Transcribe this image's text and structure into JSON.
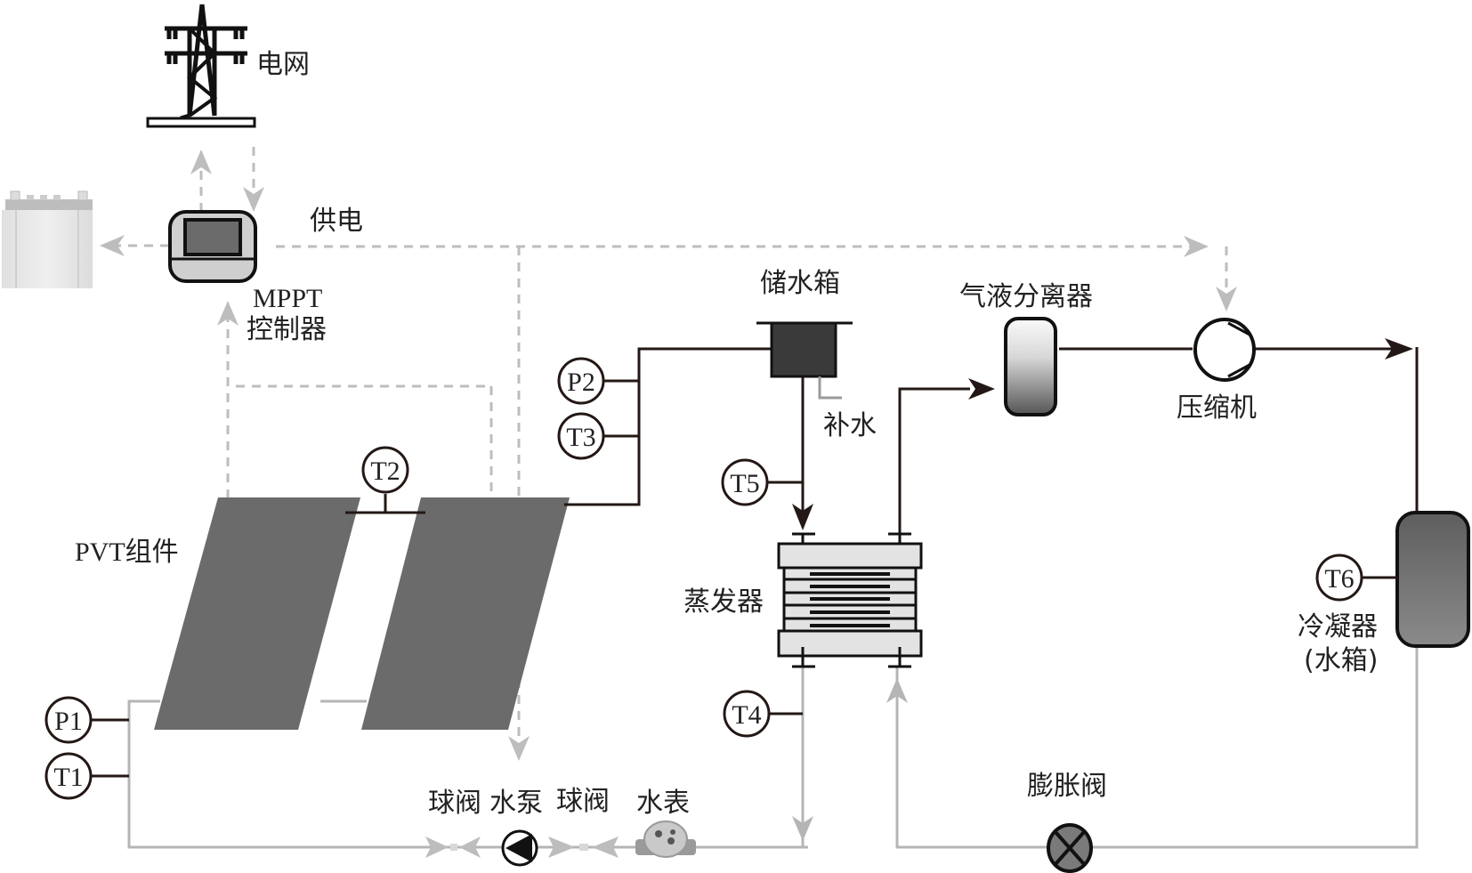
{
  "title": "PVT heat pump system schematic",
  "labels": {
    "grid": "电网",
    "power_supply": "供电",
    "mppt_line1": "MPPT",
    "mppt_line2": "控制器",
    "storage_tank": "储水箱",
    "makeup_water": "补水",
    "gas_liquid_separator": "气液分离器",
    "compressor": "压缩机",
    "pvt_module": "PVT组件",
    "evaporator": "蒸发器",
    "condenser_line1": "冷凝器",
    "condenser_line2": "(水箱)",
    "expansion_valve": "膨胀阀",
    "ball_valve_1": "球阀",
    "water_pump": "水泵",
    "ball_valve_2": "球阀",
    "water_meter": "水表"
  },
  "sensors": {
    "P1": "P1",
    "T1": "T1",
    "T2": "T2",
    "P2": "P2",
    "T3": "T3",
    "T4": "T4",
    "T5": "T5",
    "T6": "T6"
  },
  "colors": {
    "refrigerant_line": "#231815",
    "water_line": "#b5b5b5",
    "power_line": "#bdbdbd",
    "panel": "#6b6b6b",
    "tank": "#3a3a3a"
  }
}
